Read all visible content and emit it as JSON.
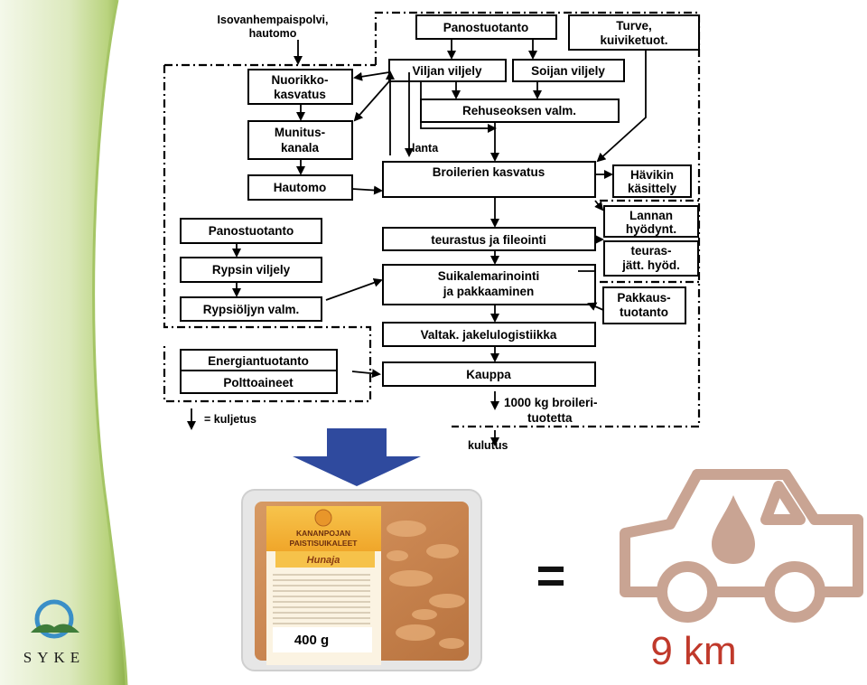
{
  "diagram": {
    "boxes": {
      "panostuotanto_top": "Panostuotanto",
      "turve": [
        "Turve,",
        "kuiviketuot."
      ],
      "viljan": "Viljan viljely",
      "soijan": "Soijan viljely",
      "rehuseos": "Rehuseoksen valm.",
      "nuorikko": [
        "Nuorikko-",
        "kasvatus"
      ],
      "munitus": [
        "Munitus-",
        "kanala"
      ],
      "hautomo": "Hautomo",
      "broilerien": "Broilerien kasvatus",
      "havikin": [
        "Hävikin",
        "käsittely"
      ],
      "lannan": [
        "Lannan",
        "hyödynt."
      ],
      "teurasjatt": [
        "teuras-",
        "jätt. hyöd."
      ],
      "teurastus": "teurastus ja fileointi",
      "panostuotanto_left": "Panostuotanto",
      "rypsin": "Rypsin viljely",
      "rypsioljyn": "Rypsiöljyn valm.",
      "suikale": [
        "Suikalemarinointi",
        "ja pakkaaminen"
      ],
      "pakkaus": [
        "Pakkaus-",
        "tuotanto"
      ],
      "valtak": "Valtak. jakelulogistiikka",
      "energia": "Energiantuotanto",
      "polttoaineet": "Polttoaineet",
      "kauppa": "Kauppa"
    },
    "labels": {
      "isovanhempais": [
        "Isovanhempaispolvi,",
        "hautomo"
      ],
      "lanta": "lanta",
      "output": [
        "1000 kg broileri-",
        "tuotetta"
      ],
      "kulutus": "kulutus",
      "legend": "= kuljetus"
    }
  },
  "package": {
    "brand_line1": "KANANPOJAN",
    "brand_line2": "PAISTISUIKALEET",
    "flavor": "Hunaja",
    "weight": "400 g"
  },
  "equals": "=",
  "distance": "9 km",
  "logo": {
    "text": "SYKE"
  },
  "colors": {
    "arrow_blue": "#2f4a9e",
    "car_outline": "#c9a493",
    "distance_red": "#c0392b",
    "sidebar_green": "#8cb04a",
    "logo_blue": "#3a8fc7",
    "logo_green": "#3f7d3a"
  }
}
